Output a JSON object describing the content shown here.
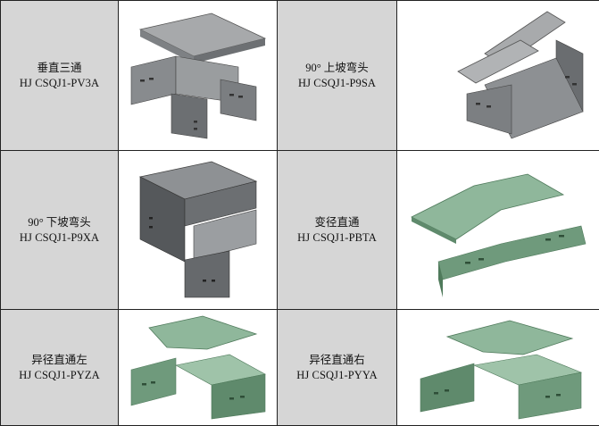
{
  "products": [
    {
      "name": "垂直三通",
      "model": "HJ CSQJ1-PV3A",
      "color": "#8f9294"
    },
    {
      "name": "90° 上坡弯头",
      "model": "HJ CSQJ1-P9SA",
      "color": "#8f9294"
    },
    {
      "name": "90° 下坡弯头",
      "model": "HJ CSQJ1-P9XA",
      "color": "#7d8083"
    },
    {
      "name": "变径直通",
      "model": "HJ CSQJ1-PBTA",
      "color": "#7aa287"
    },
    {
      "name": "异径直通左",
      "model": "HJ CSQJ1-PYZA",
      "color": "#7aa287"
    },
    {
      "name": "异径直通右",
      "model": "HJ CSQJ1-PYYA",
      "color": "#7aa287"
    }
  ],
  "palette": {
    "label_bg": "#d6d6d6",
    "border": "#222222",
    "gray_metal": "#8f9294",
    "green_metal": "#7aa287"
  }
}
